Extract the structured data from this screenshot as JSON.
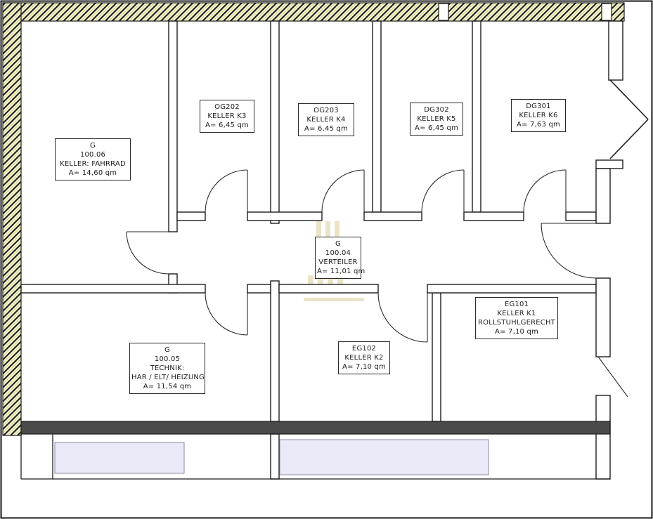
{
  "plan": {
    "kind": "basement floor plan",
    "colors": {
      "wall_line": "#1c1c1c",
      "hatch_background": "#faf7e0",
      "hatch_accent": "#cfd06a",
      "stair_fill": "#e9e9f7",
      "watermark": "#d9c98e"
    },
    "watermark": "faint-logo-watermark"
  },
  "rooms": [
    {
      "id": "keller-fahrrad",
      "lines": [
        "G",
        "100.06",
        "KELLER: FAHRRAD",
        "A= 14,60 qm"
      ]
    },
    {
      "id": "og202",
      "lines": [
        "OG202",
        "KELLER K3",
        "A= 6,45 qm"
      ]
    },
    {
      "id": "og203",
      "lines": [
        "OG203",
        "KELLER K4",
        "A= 6,45 qm"
      ]
    },
    {
      "id": "dg302",
      "lines": [
        "DG302",
        "KELLER K5",
        "A= 6,45 qm"
      ]
    },
    {
      "id": "dg301",
      "lines": [
        "DG301",
        "KELLER K6",
        "A= 7,63 qm"
      ]
    },
    {
      "id": "verteiler",
      "lines": [
        "G",
        "100.04",
        "VERTEILER",
        "A= 11,01 qm"
      ]
    },
    {
      "id": "eg101",
      "lines": [
        "EG101",
        "KELLER K1",
        "ROLLSTUHLGERECHT",
        "A= 7,10 qm"
      ]
    },
    {
      "id": "eg102",
      "lines": [
        "EG102",
        "KELLER K2",
        "A= 7,10 qm"
      ]
    },
    {
      "id": "technik",
      "lines": [
        "G",
        "100.05",
        "TECHNIK:",
        "HAR / ELT/ HEIZUNG",
        "A= 11,54 qm"
      ]
    }
  ]
}
